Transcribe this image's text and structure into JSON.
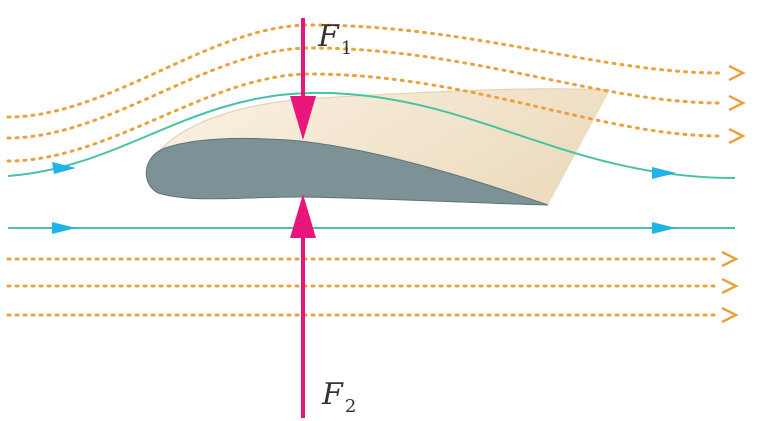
{
  "labels": {
    "f1": {
      "symbol": "F",
      "subscript": "1"
    },
    "f2": {
      "symbol": "F",
      "subscript": "2"
    }
  },
  "colors": {
    "background": "#ffffff",
    "airflow_dotted": "#e8a33d",
    "streamline": "#45c2a8",
    "streamline_arrow": "#1eb4e6",
    "force_arrow": "#e8157a",
    "airfoil_section": "#7c9297",
    "airfoil_section_edge": "#5f7479",
    "wing_surface_light": "#fbf3e4",
    "wing_surface_shade": "#eddcc0",
    "label_text": "#333333"
  },
  "icons": {
    "flow_arrowhead": "open-chevron-arrow",
    "streamline_arrowhead": "filled-triangle-arrow",
    "force_arrowhead": "filled-triangle-arrow"
  }
}
